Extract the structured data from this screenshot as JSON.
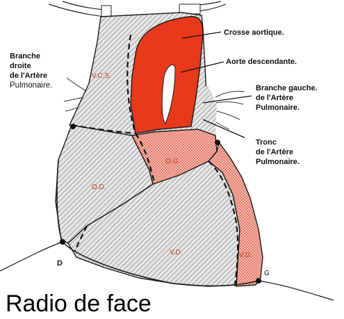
{
  "labels": {
    "crosse_aortique": "Crosse aortique.",
    "aorte_descendante": "Aorte descendante.",
    "branche_droite": [
      "Branche",
      "droite",
      "de l'Artère",
      "Pulmonaire."
    ],
    "branche_gauche": [
      "Branche gauche.",
      "de l'Artère",
      "Pulmonaire."
    ],
    "tronc": [
      "Tronc",
      "de l'Artère",
      "Pulmonaire."
    ]
  },
  "chambers": {
    "vcs": "V.C.S.",
    "og": "O.G.",
    "od": "O.D.",
    "vd": "V.D.",
    "vg": "V.G."
  },
  "points": {
    "d": "D",
    "g": "G"
  },
  "caption": "Radio de face",
  "colors": {
    "aorta_red": "#e8391c",
    "pink_chamber": "#f4b3a8",
    "hatch_gray": "#9a9a9a",
    "outline": "#1a1a1a"
  }
}
